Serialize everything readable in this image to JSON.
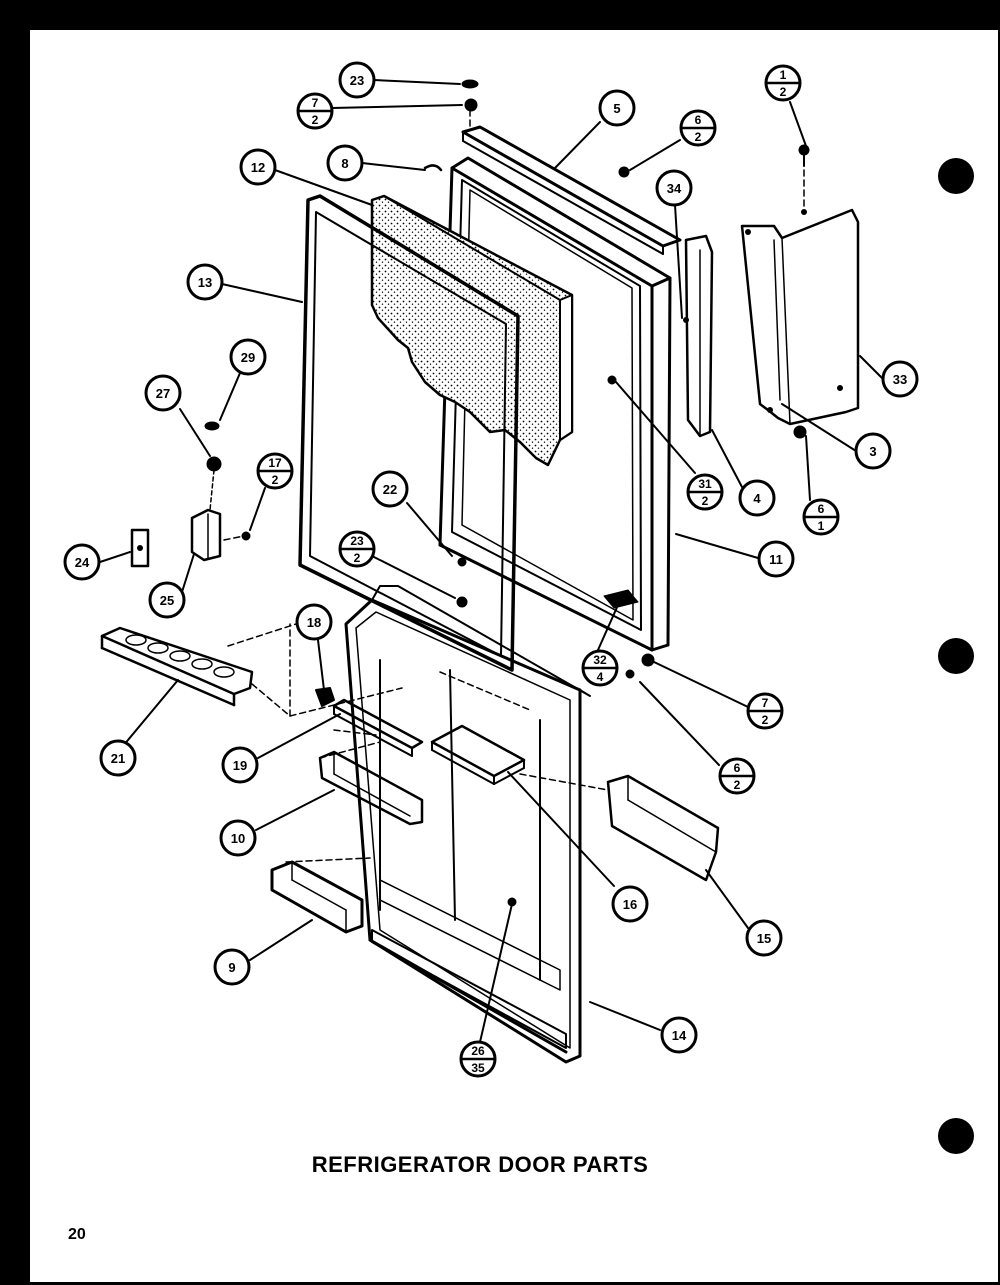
{
  "title": "REFRIGERATOR DOOR PARTS",
  "page_number": "20",
  "callouts": [
    {
      "key": "c23a",
      "label": "23"
    },
    {
      "key": "c7a",
      "num": "7",
      "den": "2"
    },
    {
      "key": "c5",
      "label": "5"
    },
    {
      "key": "c6a",
      "num": "6",
      "den": "2"
    },
    {
      "key": "c1",
      "num": "1",
      "den": "2"
    },
    {
      "key": "c12",
      "label": "12"
    },
    {
      "key": "c8",
      "label": "8"
    },
    {
      "key": "c34",
      "label": "34"
    },
    {
      "key": "c13",
      "label": "13"
    },
    {
      "key": "c29",
      "label": "29"
    },
    {
      "key": "c27",
      "label": "27"
    },
    {
      "key": "c33",
      "label": "33"
    },
    {
      "key": "c3",
      "label": "3"
    },
    {
      "key": "c17",
      "num": "17",
      "den": "2"
    },
    {
      "key": "c22",
      "label": "22"
    },
    {
      "key": "c31",
      "num": "31",
      "den": "2"
    },
    {
      "key": "c4",
      "label": "4"
    },
    {
      "key": "c6b",
      "num": "6",
      "den": "1"
    },
    {
      "key": "c23b",
      "num": "23",
      "den": "2"
    },
    {
      "key": "c24",
      "label": "24"
    },
    {
      "key": "c25",
      "label": "25"
    },
    {
      "key": "c11",
      "label": "11"
    },
    {
      "key": "c18",
      "label": "18"
    },
    {
      "key": "c32",
      "num": "32",
      "den": "4"
    },
    {
      "key": "c7b",
      "num": "7",
      "den": "2"
    },
    {
      "key": "c21",
      "label": "21"
    },
    {
      "key": "c19",
      "label": "19"
    },
    {
      "key": "c6c",
      "num": "6",
      "den": "2"
    },
    {
      "key": "c10",
      "label": "10"
    },
    {
      "key": "c16",
      "label": "16"
    },
    {
      "key": "c15",
      "label": "15"
    },
    {
      "key": "c9",
      "label": "9"
    },
    {
      "key": "c14",
      "label": "14"
    },
    {
      "key": "c26",
      "num": "26",
      "den": "35"
    }
  ]
}
